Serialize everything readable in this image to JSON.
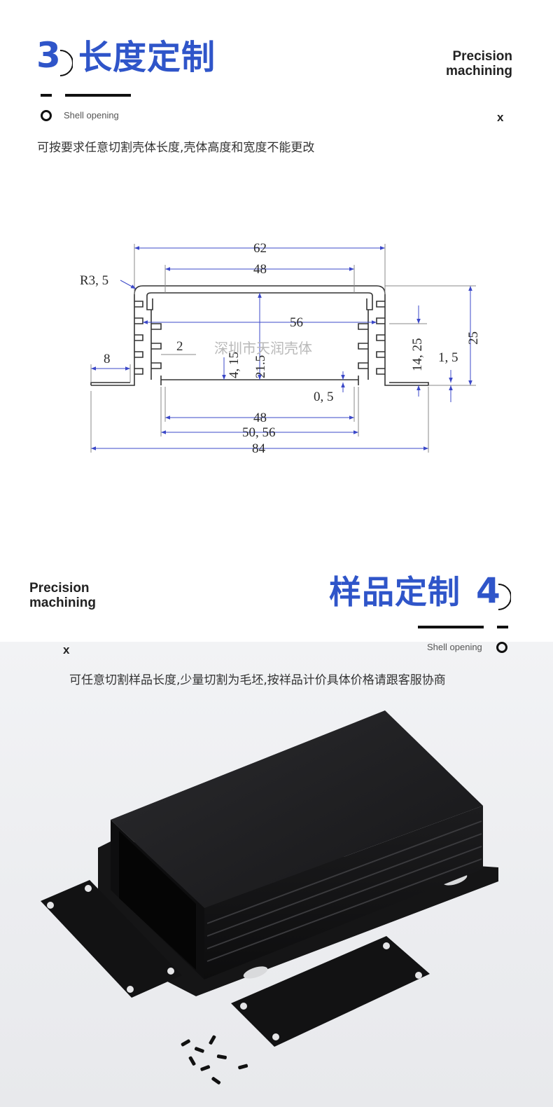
{
  "section3": {
    "number": "3",
    "title": "长度定制",
    "precision_line1": "Precision",
    "precision_line2": "machining",
    "shell_opening": "Shell opening",
    "x_mark": "x",
    "description": "可按要求任意切割壳体长度,壳体高度和宽度不能更改"
  },
  "diagram": {
    "dims": {
      "d62": "62",
      "d48_top": "48",
      "r35": "R3, 5",
      "d56": "56",
      "d2": "2",
      "d8": "8",
      "d4_15": "4, 15",
      "d21_5": "21.5",
      "d14_25": "14, 25",
      "d25": "25",
      "d1_5": "1, 5",
      "d0_5": "0, 5",
      "d48_bottom": "48",
      "d50_56": "50, 56",
      "d84": "84"
    },
    "watermark": "深圳市天润壳体"
  },
  "section4": {
    "number": "4",
    "title": "样品定制",
    "precision_line1": "Precision",
    "precision_line2": "machining",
    "shell_opening": "Shell opening",
    "x_mark": "x",
    "description": "可任意切割样品长度,少量切割为毛坯,按祥品计价具体价格请跟客服协商"
  },
  "colors": {
    "accent": "#2f55c9",
    "dimension_line": "#3b48c8",
    "profile_line": "#333333",
    "product": "#161616"
  }
}
